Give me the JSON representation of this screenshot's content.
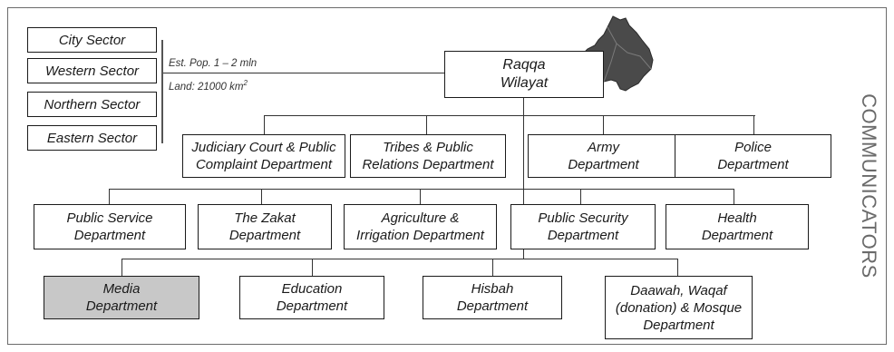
{
  "sectors": [
    "City Sector",
    "Western Sector",
    "Northern Sector",
    "Eastern Sector"
  ],
  "stats": {
    "population": "Est. Pop. 1 – 2 mln",
    "land_prefix": "Land: 21000 km",
    "land_exp": "2"
  },
  "root": "Raqqa\nWilayat",
  "level1": [
    "Judiciary Court & Public\nComplaint Department",
    "Tribes & Public\nRelations Department",
    "Army\nDepartment",
    "Police\nDepartment"
  ],
  "level2": [
    "Public Service\nDepartment",
    "The Zakat\nDepartment",
    "Agriculture &\nIrrigation Department",
    "Public Security\nDepartment",
    "Health\nDepartment"
  ],
  "level3": [
    "Media\nDepartment",
    "Education\nDepartment",
    "Hisbah\nDepartment",
    "Daawah, Waqaf\n(donation) & Mosque\nDepartment"
  ],
  "side_label": "COMMUNICATORS",
  "colors": {
    "highlight_fill": "#c8c8c8",
    "map_fill": "#4a4a4a"
  }
}
